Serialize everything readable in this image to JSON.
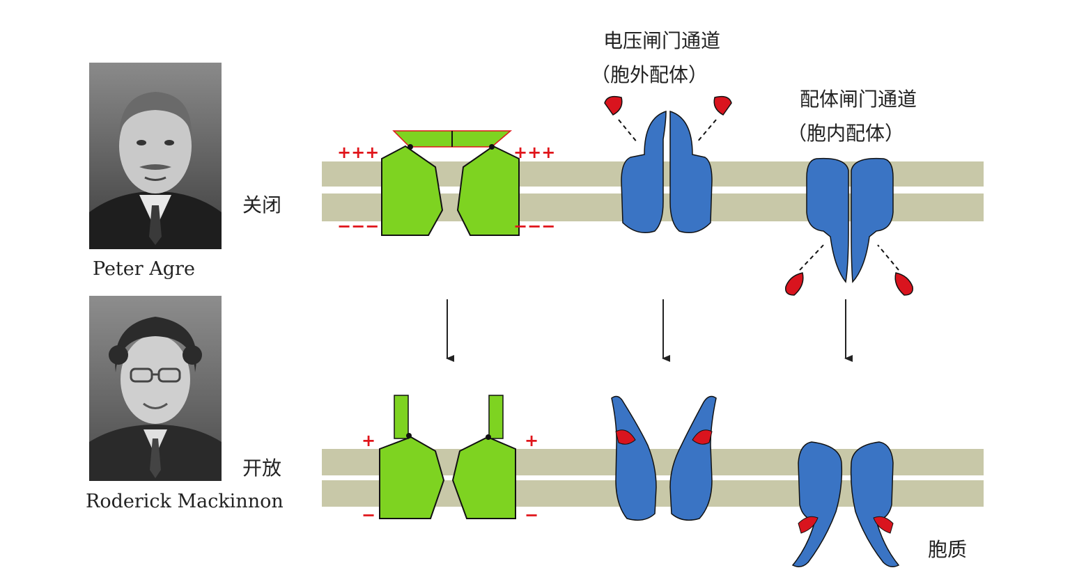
{
  "people": [
    {
      "name": "Peter  Agre"
    },
    {
      "name": "Roderick  Mackinnon"
    }
  ],
  "states": {
    "closed": "关闭",
    "open": "开放"
  },
  "channels": {
    "voltage_line1": "电压闸门通道",
    "voltage_line2": "（胞外配体）",
    "ligand_line1": "配体闸门通道",
    "ligand_line2": "（胞内配体）"
  },
  "cytoplasm": "胞质",
  "charges": {
    "plus3": "+++",
    "minus3": "−−−",
    "plus1": "+",
    "minus1": "−"
  },
  "colors": {
    "membrane": "#c8c8a8",
    "gate_green": "#7ed321",
    "channel_blue": "#3a74c4",
    "ligand_red": "#d9141e",
    "charge_red": "#e0151b"
  }
}
